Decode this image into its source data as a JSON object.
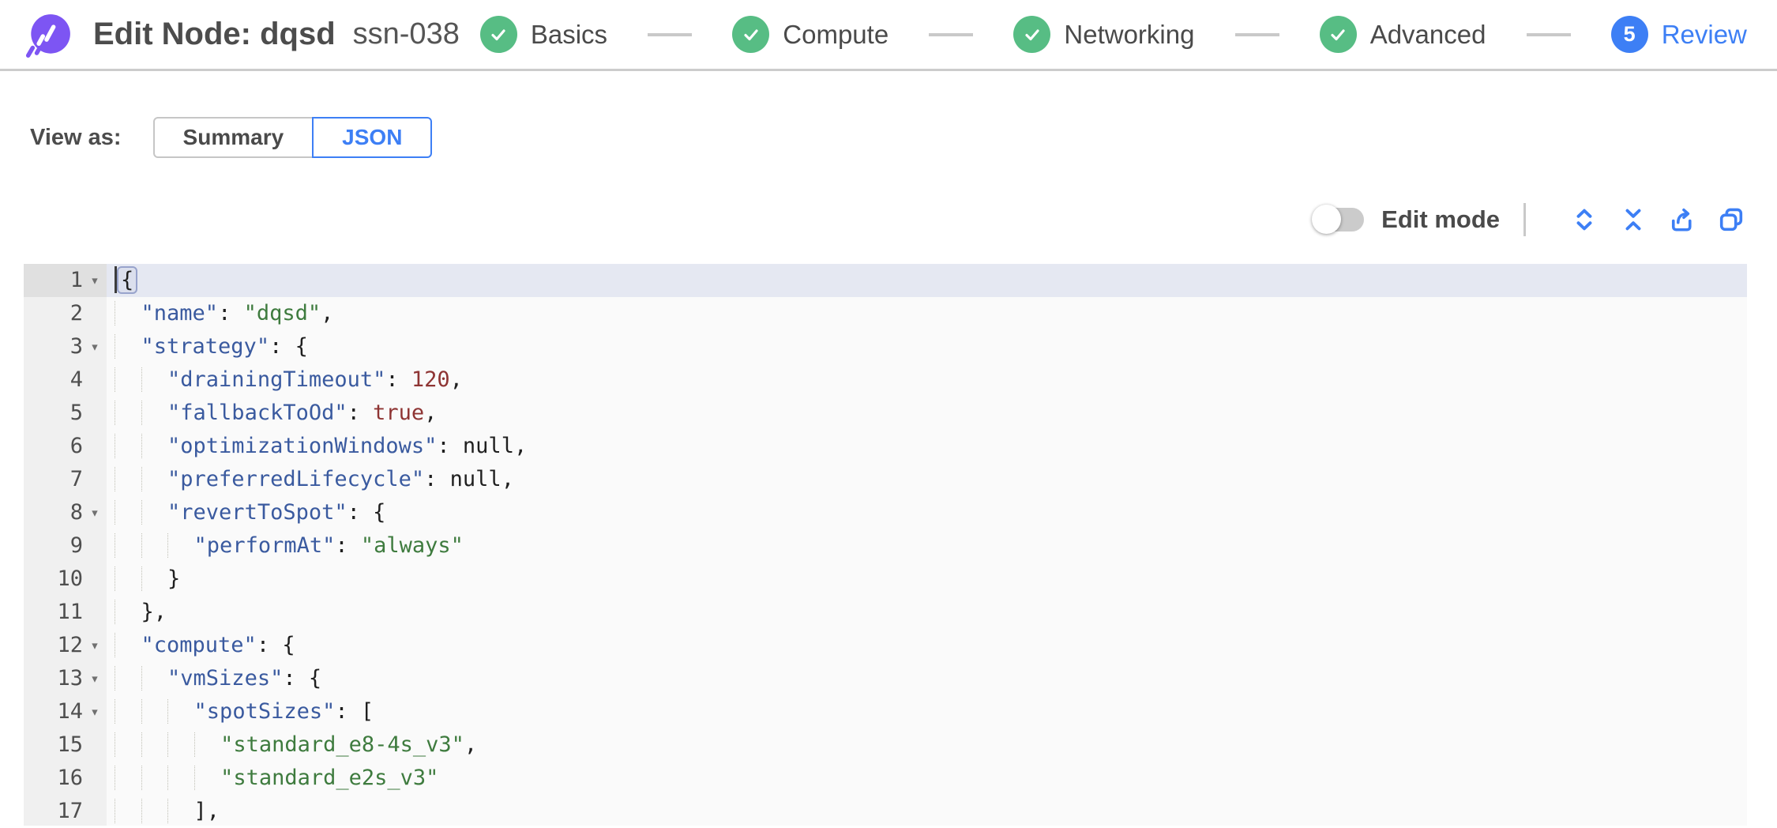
{
  "header": {
    "title": "Edit Node: dqsd",
    "node_id": "ssn-038",
    "stepper": [
      {
        "label": "Basics",
        "state": "done"
      },
      {
        "label": "Compute",
        "state": "done"
      },
      {
        "label": "Networking",
        "state": "done"
      },
      {
        "label": "Advanced",
        "state": "done"
      },
      {
        "label": "Review",
        "state": "current",
        "number": "5"
      }
    ]
  },
  "view_as": {
    "label": "View as:",
    "options": [
      {
        "label": "Summary",
        "selected": false
      },
      {
        "label": "JSON",
        "selected": true
      }
    ]
  },
  "toolbar": {
    "edit_mode_label": "Edit mode",
    "edit_mode_on": false,
    "icons": [
      "expand-all-icon",
      "collapse-all-icon",
      "export-icon",
      "copy-icon"
    ]
  },
  "colors": {
    "accent_blue": "#3d7ff5",
    "success_green": "#57bd84",
    "logo_purple": "#7d55f3",
    "active_line": "#e5e8f2"
  },
  "editor": {
    "lines": [
      {
        "num": 1,
        "fold": true,
        "active": true,
        "cursor": true,
        "indent": 0,
        "tokens": [
          {
            "t": "punct",
            "v": "{",
            "brkt": true
          }
        ]
      },
      {
        "num": 2,
        "indent": 2,
        "tokens": [
          {
            "t": "key",
            "v": "\"name\""
          },
          {
            "t": "punct",
            "v": ": "
          },
          {
            "t": "str",
            "v": "\"dqsd\""
          },
          {
            "t": "punct",
            "v": ","
          }
        ]
      },
      {
        "num": 3,
        "fold": true,
        "indent": 2,
        "tokens": [
          {
            "t": "key",
            "v": "\"strategy\""
          },
          {
            "t": "punct",
            "v": ": {"
          }
        ]
      },
      {
        "num": 4,
        "indent": 4,
        "tokens": [
          {
            "t": "key",
            "v": "\"drainingTimeout\""
          },
          {
            "t": "punct",
            "v": ": "
          },
          {
            "t": "num",
            "v": "120"
          },
          {
            "t": "punct",
            "v": ","
          }
        ]
      },
      {
        "num": 5,
        "indent": 4,
        "tokens": [
          {
            "t": "key",
            "v": "\"fallbackToOd\""
          },
          {
            "t": "punct",
            "v": ": "
          },
          {
            "t": "bool",
            "v": "true"
          },
          {
            "t": "punct",
            "v": ","
          }
        ]
      },
      {
        "num": 6,
        "indent": 4,
        "tokens": [
          {
            "t": "key",
            "v": "\"optimizationWindows\""
          },
          {
            "t": "punct",
            "v": ": "
          },
          {
            "t": "null",
            "v": "null"
          },
          {
            "t": "punct",
            "v": ","
          }
        ]
      },
      {
        "num": 7,
        "indent": 4,
        "tokens": [
          {
            "t": "key",
            "v": "\"preferredLifecycle\""
          },
          {
            "t": "punct",
            "v": ": "
          },
          {
            "t": "null",
            "v": "null"
          },
          {
            "t": "punct",
            "v": ","
          }
        ]
      },
      {
        "num": 8,
        "fold": true,
        "indent": 4,
        "tokens": [
          {
            "t": "key",
            "v": "\"revertToSpot\""
          },
          {
            "t": "punct",
            "v": ": {"
          }
        ]
      },
      {
        "num": 9,
        "indent": 6,
        "tokens": [
          {
            "t": "key",
            "v": "\"performAt\""
          },
          {
            "t": "punct",
            "v": ": "
          },
          {
            "t": "str",
            "v": "\"always\""
          }
        ]
      },
      {
        "num": 10,
        "indent": 4,
        "tokens": [
          {
            "t": "punct",
            "v": "}"
          }
        ]
      },
      {
        "num": 11,
        "indent": 2,
        "tokens": [
          {
            "t": "punct",
            "v": "},"
          }
        ]
      },
      {
        "num": 12,
        "fold": true,
        "indent": 2,
        "tokens": [
          {
            "t": "key",
            "v": "\"compute\""
          },
          {
            "t": "punct",
            "v": ": {"
          }
        ]
      },
      {
        "num": 13,
        "fold": true,
        "indent": 4,
        "tokens": [
          {
            "t": "key",
            "v": "\"vmSizes\""
          },
          {
            "t": "punct",
            "v": ": {"
          }
        ]
      },
      {
        "num": 14,
        "fold": true,
        "indent": 6,
        "tokens": [
          {
            "t": "key",
            "v": "\"spotSizes\""
          },
          {
            "t": "punct",
            "v": ": ["
          }
        ]
      },
      {
        "num": 15,
        "indent": 8,
        "tokens": [
          {
            "t": "str",
            "v": "\"standard_e8-4s_v3\""
          },
          {
            "t": "punct",
            "v": ","
          }
        ]
      },
      {
        "num": 16,
        "indent": 8,
        "tokens": [
          {
            "t": "str",
            "v": "\"standard_e2s_v3\""
          }
        ]
      },
      {
        "num": 17,
        "indent": 6,
        "tokens": [
          {
            "t": "punct",
            "v": "],"
          }
        ]
      }
    ]
  }
}
